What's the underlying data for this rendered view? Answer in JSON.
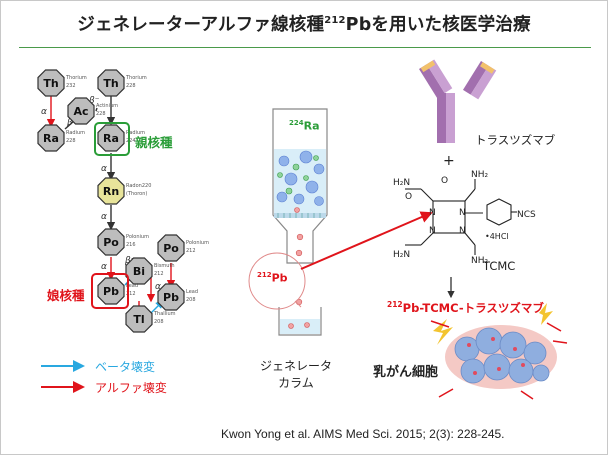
{
  "slide": {
    "title_pre": "ジェネレーターアルファ線核種",
    "title_sup": "212",
    "title_post": "Pbを用いた核医学治療"
  },
  "decay_chain": {
    "nuclides": [
      {
        "symbol": "Th",
        "name": "Thorium",
        "mass": "232"
      },
      {
        "symbol": "Th",
        "name": "Thorium",
        "mass": "228"
      },
      {
        "symbol": "Ac",
        "name": "Actinium",
        "mass": "228"
      },
      {
        "symbol": "Ra",
        "name": "Radium",
        "mass": "228"
      },
      {
        "symbol": "Ra",
        "name": "Radium",
        "mass": "224"
      },
      {
        "symbol": "Rn",
        "name": "Radon220",
        "mass": "(Thoron)"
      },
      {
        "symbol": "Po",
        "name": "Polonium",
        "mass": "216"
      },
      {
        "symbol": "Po",
        "name": "Polonium",
        "mass": "212"
      },
      {
        "symbol": "Bi",
        "name": "Bismuth",
        "mass": "212"
      },
      {
        "symbol": "Pb",
        "name": "Lead",
        "mass": "212"
      },
      {
        "symbol": "Pb",
        "name": "Lead",
        "mass": "208"
      },
      {
        "symbol": "Tl",
        "name": "Thallium",
        "mass": "208"
      }
    ],
    "alpha_symbol": "α",
    "beta_symbol": "β⁻",
    "parent_label": "親核種",
    "daughter_label": "娘核種"
  },
  "legend": {
    "beta_label": "ベータ壊変",
    "alpha_label": "アルファ壊変",
    "beta_color": "#29a8e0",
    "alpha_color": "#e0141b"
  },
  "generator": {
    "column_nuclide_mass": "224",
    "column_nuclide_symbol": "Ra",
    "eluate_mass": "212",
    "eluate_symbol": "Pb",
    "label_line1": "ジェネレータ",
    "label_line2": "カラム"
  },
  "antibody": {
    "name": "トラスツズマブ",
    "plus": "+",
    "chelator": "TCMC",
    "chem_labels": [
      "H2N",
      "O",
      "NH2",
      "O",
      "N",
      "N",
      "N",
      "N",
      "NCS",
      "•4HCl"
    ]
  },
  "product": {
    "mass": "212",
    "label": "Pb-TCMC-トラスツズマブ"
  },
  "cells": {
    "label": "乳がん細胞"
  },
  "citation": "Kwon Yong et al. AIMS Med Sci. 2015; 2(3): 228-245.",
  "colors": {
    "accent_green": "#2a9d38",
    "accent_red": "#e0141b",
    "accent_blue": "#29a8e0",
    "column_blue": "#d9eef8",
    "antibody_purple": "#a26fae"
  }
}
